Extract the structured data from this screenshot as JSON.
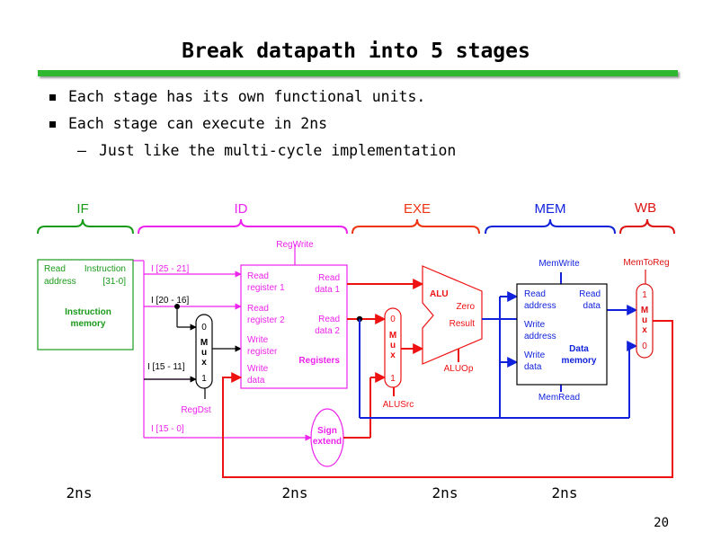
{
  "slide": {
    "title": "Break datapath into 5 stages",
    "page_number": "20"
  },
  "bullets": [
    "Each stage has its own functional units.",
    "Each stage can execute in 2ns"
  ],
  "sub_bullet": "Just like the multi-cycle implementation",
  "stages": {
    "if": "IF",
    "id": "ID",
    "exe": "EXE",
    "mem": "MEM",
    "wb": "WB"
  },
  "stage_colors": {
    "if": "#1a9a1a",
    "id": "#ee22ee",
    "exe": "#ee3311",
    "mem": "#1122dd",
    "wb": "#dd1111"
  },
  "durations": [
    "2ns",
    "2ns",
    "2ns",
    "2ns"
  ],
  "instruction_memory": {
    "read_address": "Read",
    "read_address_2": "address",
    "instruction": "Instruction",
    "instruction_bits": "[31-0]",
    "name": "Instruction",
    "name_2": "memory"
  },
  "fields": {
    "rs": "I [25 - 21]",
    "rt": "I [20 - 16]",
    "rd": "I [15 - 11]",
    "imm": "I [15 - 0]"
  },
  "registers": {
    "read_register_1": "Read",
    "read_register_1b": "register 1",
    "read_register_2": "Read",
    "read_register_2b": "register 2",
    "write_register": "Write",
    "write_register_b": "register",
    "write_data": "Write",
    "write_data_b": "data",
    "read_data_1": "Read",
    "read_data_1b": "data 1",
    "read_data_2": "Read",
    "read_data_2b": "data 2",
    "name": "Registers"
  },
  "control": {
    "regwrite": "RegWrite",
    "regdst": "RegDst",
    "alusrc": "ALUSrc",
    "aluop": "ALUOp",
    "memwrite": "MemWrite",
    "memread": "MemRead",
    "memtoreg": "MemToReg"
  },
  "mux_regdst": {
    "top": "0",
    "m": "M",
    "u": "u",
    "x": "x",
    "bottom": "1"
  },
  "mux_alusrc": {
    "top": "0",
    "m": "M",
    "u": "u",
    "x": "x",
    "bottom": "1"
  },
  "mux_memtoreg": {
    "top": "1",
    "m": "M",
    "u": "u",
    "x": "x",
    "bottom": "0"
  },
  "sign_extend": {
    "line1": "Sign",
    "line2": "extend"
  },
  "alu": {
    "name": "ALU",
    "zero": "Zero",
    "result": "Result"
  },
  "data_memory": {
    "read_address": "Read",
    "read_address_2": "address",
    "read_data": "Read",
    "read_data_2": "data",
    "write_address": "Write",
    "write_address_2": "address",
    "write_data": "Write",
    "write_data_2": "data",
    "name": "Data",
    "name_2": "memory"
  }
}
